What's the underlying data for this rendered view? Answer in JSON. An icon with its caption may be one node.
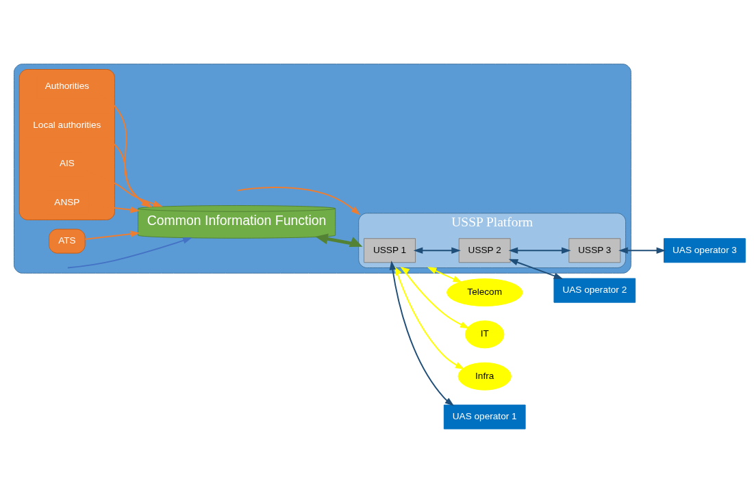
{
  "diagram": {
    "nodes": [
      {
        "text": [],
        "shape": "box"
      },
      {
        "text": [],
        "shape": "box",
        "in": 0
      },
      {
        "text": [
          "Authorities"
        ],
        "in": 1
      },
      {
        "text": [
          "Local authorities"
        ],
        "in": 1
      },
      {
        "text": [
          "AIS"
        ],
        "in": 1
      },
      {
        "text": [
          "ANSP"
        ],
        "in": 1
      },
      {
        "text": [
          "ATS"
        ],
        "in": 0
      },
      {
        "text": [
          "Common Information Function"
        ],
        "in": 0
      },
      {
        "text": [
          "USSP Platform"
        ],
        "in": 0
      },
      {
        "text": [
          "USSP 1"
        ],
        "in": 8
      },
      {
        "text": [
          "USSP 2"
        ],
        "in": 8
      },
      {
        "text": [
          "USSP 3"
        ],
        "in": 8
      },
      {
        "text": [
          "Telecom"
        ]
      },
      {
        "text": [
          "IT"
        ]
      },
      {
        "text": [
          "Infra"
        ]
      },
      {
        "text": [
          "UAS operator 1"
        ]
      },
      {
        "text": [
          "UAS operator 2"
        ]
      },
      {
        "text": [
          "UAS operator 3"
        ]
      }
    ],
    "edges": [
      {
        "from": 2,
        "to": 7,
        "arrow": "to"
      },
      {
        "from": 3,
        "to": 7,
        "arrow": "to"
      },
      {
        "from": 4,
        "to": 7,
        "arrow": "to"
      },
      {
        "from": 5,
        "to": 7,
        "arrow": "to"
      },
      {
        "from": 6,
        "to": 7,
        "arrow": "to"
      },
      {
        "from": null,
        "to": 8,
        "arrow": "to"
      },
      {
        "from": 7,
        "to": 8,
        "arrow": "both",
        "style": "thick",
        "color": "#548235"
      },
      {
        "from": 8,
        "to": 12,
        "arrow": "both",
        "color": "#ffff00"
      },
      {
        "from": 8,
        "to": 13,
        "arrow": "both",
        "color": "#ffff00"
      },
      {
        "from": 8,
        "to": 14,
        "arrow": "both",
        "color": "#ffff00"
      },
      {
        "from": 9,
        "to": 10,
        "arrow": "both",
        "color": "#1f4e79"
      },
      {
        "from": 10,
        "to": 11,
        "arrow": "both",
        "color": "#1f4e79"
      },
      {
        "from": 9,
        "to": 15,
        "arrow": "both",
        "color": "#1f4e79"
      },
      {
        "from": 10,
        "to": 16,
        "arrow": "both",
        "color": "#1f4e79"
      },
      {
        "from": 11,
        "to": 17,
        "arrow": "both",
        "color": "#1f4e79"
      },
      {
        "from": null,
        "to": 7,
        "arrow": "to",
        "color": "#4472c4"
      }
    ]
  }
}
